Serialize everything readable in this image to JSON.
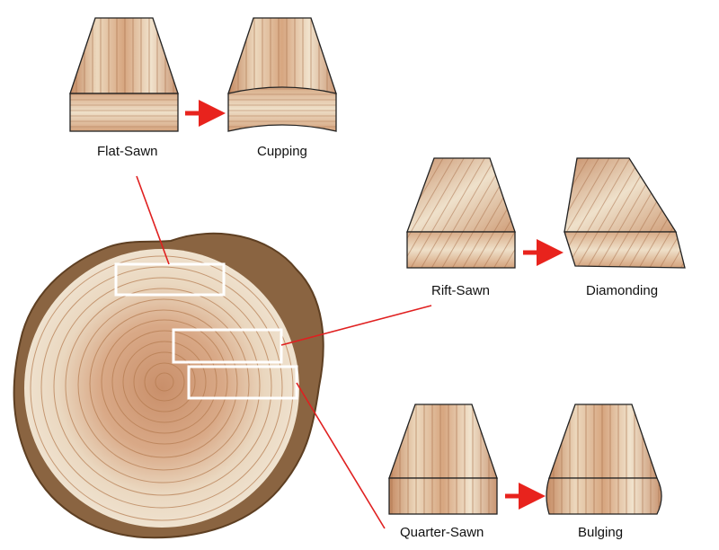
{
  "labels": {
    "flat_sawn": "Flat-Sawn",
    "cupping": "Cupping",
    "rift_sawn": "Rift-Sawn",
    "diamonding": "Diamonding",
    "quarter_sawn": "Quarter-Sawn",
    "bulging": "Bulging"
  },
  "colors": {
    "arrow": "#e8231d",
    "leader_line": "#e02020",
    "cut_box": "#ffffff",
    "wood_light": "#ecd9bf",
    "wood_ring": "#b47a4e",
    "bark": "#8a6441"
  }
}
